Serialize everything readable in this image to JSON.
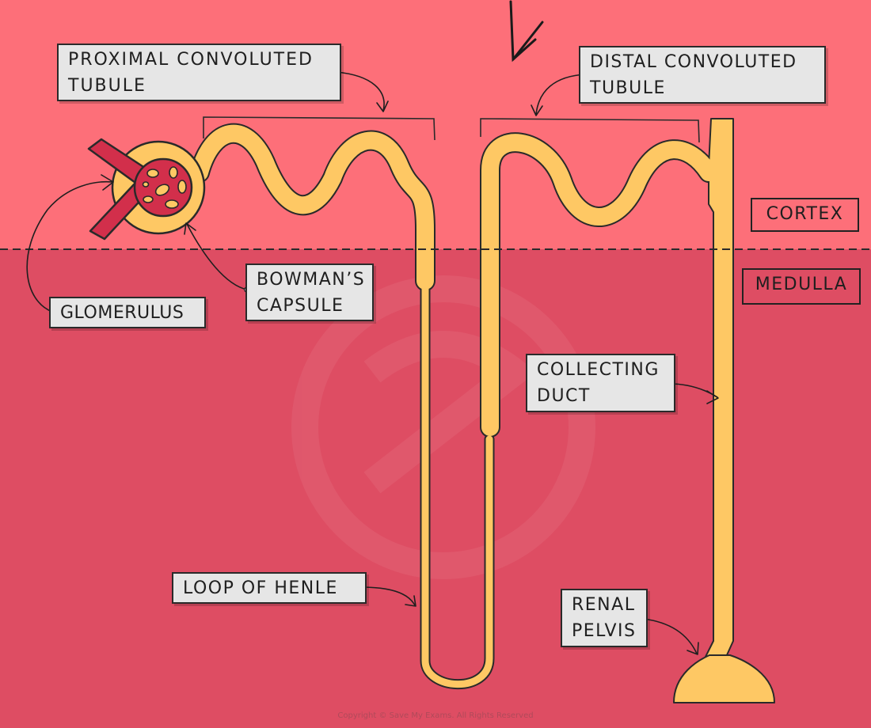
{
  "labels": {
    "pct": [
      "PROXIMAL CONVOLUTED",
      "TUBULE"
    ],
    "dct": [
      "DISTAL CONVOLUTED",
      "TUBULE"
    ],
    "bowman": [
      "BOWMAN’S",
      "CAPSULE"
    ],
    "glomerulus": [
      "GLOMERULUS"
    ],
    "collecting": [
      "COLLECTING",
      "DUCT"
    ],
    "loop": [
      "LOOP OF HENLE"
    ],
    "pelvis": [
      "RENAL",
      "PELVIS"
    ]
  },
  "zones": {
    "cortex": "CORTEX",
    "medulla": "MEDULLA"
  },
  "copyright": "Copyright © Save My Exams. All Rights Reserved",
  "colors": {
    "cortex_bg": "#fd6f79",
    "medulla_bg": "#de4d63",
    "tubule": "#fec864",
    "glomerulus": "#d22f4b",
    "outline": "#2a2a2a",
    "label_bg": "#e6e6e6"
  }
}
